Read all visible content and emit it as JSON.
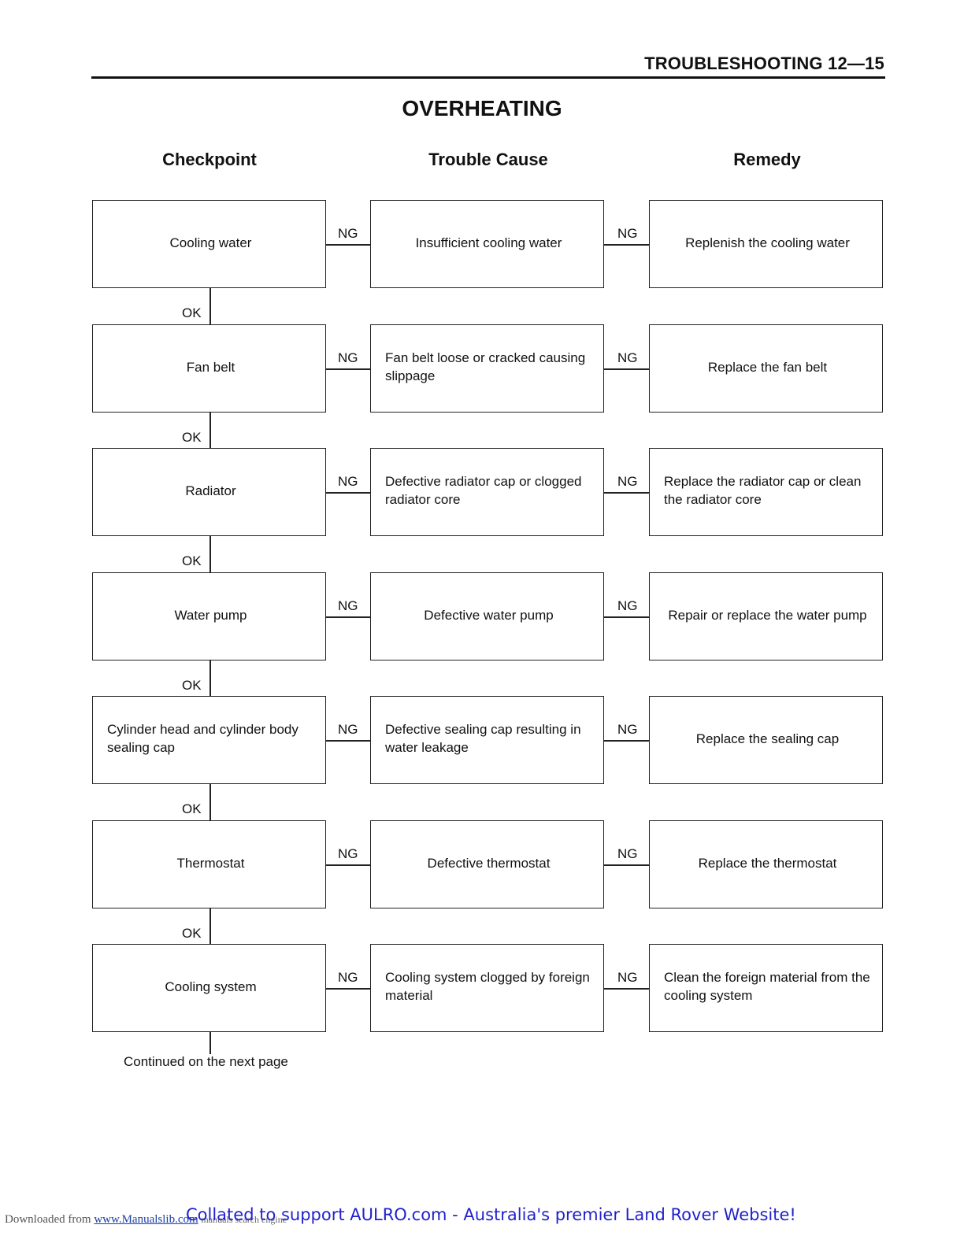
{
  "header": {
    "title": "TROUBLESHOOTING  12—15"
  },
  "page_title": "OVERHEATING",
  "columns": {
    "checkpoint": "Checkpoint",
    "cause": "Trouble Cause",
    "remedy": "Remedy"
  },
  "rows": [
    {
      "checkpoint": "Cooling water",
      "cause": "Insufficient cooling water",
      "remedy": "Replenish the cooling water",
      "ng1": "NG",
      "ng2": "NG",
      "ok": "OK"
    },
    {
      "checkpoint": "Fan belt",
      "cause": "Fan belt loose or cracked causing slippage",
      "remedy": "Replace the fan belt",
      "ng1": "NG",
      "ng2": "NG",
      "ok": "OK"
    },
    {
      "checkpoint": "Radiator",
      "cause": "Defective radiator cap or clogged radiator core",
      "remedy": "Replace the radiator cap or clean the radiator core",
      "ng1": "NG",
      "ng2": "NG",
      "ok": "OK"
    },
    {
      "checkpoint": "Water pump",
      "cause": "Defective water pump",
      "remedy": "Repair or replace the water pump",
      "ng1": "NG",
      "ng2": "NG",
      "ok": "OK"
    },
    {
      "checkpoint": "Cylinder head and cylinder body sealing cap",
      "cause": "Defective sealing cap resulting in water leakage",
      "remedy": "Replace the sealing cap",
      "ng1": "NG",
      "ng2": "NG",
      "ok": "OK"
    },
    {
      "checkpoint": "Thermostat",
      "cause": "Defective thermostat",
      "remedy": "Replace the thermostat",
      "ng1": "NG",
      "ng2": "NG",
      "ok": "OK"
    },
    {
      "checkpoint": "Cooling system",
      "cause": "Cooling system clogged by foreign material",
      "remedy": "Clean the foreign material from the cooling system",
      "ng1": "NG",
      "ng2": "NG"
    }
  ],
  "continued": "Continued on the next page",
  "footer": {
    "downloaded_from": "Downloaded from",
    "site_link": "www.Manualslib.com",
    "engine": "manuals search engine",
    "collated": "Collated to support AULRO.com - Australia's premier Land Rover Website!"
  }
}
